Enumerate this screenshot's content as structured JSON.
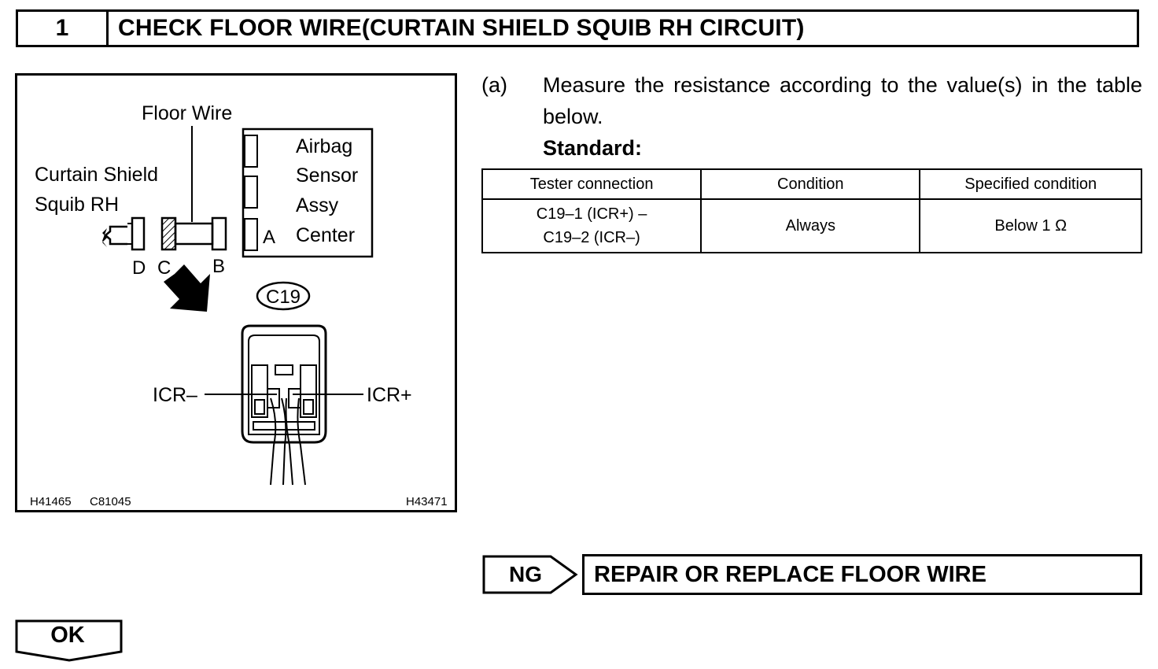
{
  "step": {
    "number": "1",
    "title": "CHECK FLOOR WIRE(CURTAIN SHIELD SQUIB RH CIRCUIT)"
  },
  "figure": {
    "labels": {
      "floor_wire": "Floor Wire",
      "squib_line1": "Curtain Shield",
      "squib_line2": "Squib RH",
      "sensor_line1": "Airbag",
      "sensor_line2": "Sensor",
      "sensor_line3": "Assy",
      "sensor_line4": "Center",
      "conn_a": "A",
      "conn_b": "B",
      "conn_c": "C",
      "conn_d": "D",
      "connector_id": "C19",
      "icr_minus": "ICR–",
      "icr_plus": "ICR+"
    },
    "codes": {
      "left1": "H41465",
      "left2": "C81045",
      "right": "H43471"
    }
  },
  "instruction": {
    "marker": "(a)",
    "text": "Measure the resistance according to the value(s) in the table below.",
    "standard_label": "Standard:"
  },
  "table": {
    "headers": [
      "Tester connection",
      "Condition",
      "Specified condition"
    ],
    "rows": [
      {
        "tester_line1": "C19–1 (ICR+) –",
        "tester_line2": "C19–2 (ICR–)",
        "condition": "Always",
        "specified": "Below 1 Ω"
      }
    ]
  },
  "result_ng": {
    "label": "NG",
    "action": "REPAIR OR REPLACE FLOOR WIRE"
  },
  "result_ok": {
    "label": "OK"
  }
}
